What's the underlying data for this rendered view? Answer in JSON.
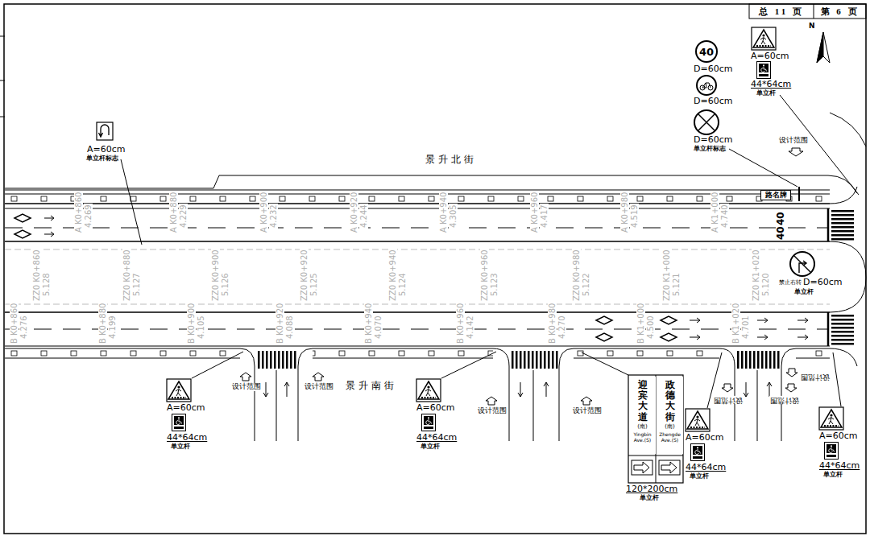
{
  "diagram": {
    "nodes": [
      {
        "text": [
          "总 11 页"
        ]
      },
      {
        "text": [
          "第 6 页"
        ]
      },
      {
        "text": [
          "40"
        ]
      },
      {
        "text": [
          "路名牌"
        ]
      },
      {
        "text": [
          "迎宾大道",
          "(南)",
          "Yingbin Ave.(S)"
        ]
      },
      {
        "text": [
          "政德大街",
          "(南)",
          "Zhengde Ave.(S)"
        ]
      }
    ],
    "labels": [
      "A=60cm",
      "单立杆标志",
      "景升北街",
      "D=60cm",
      "D=60cm",
      "D=60cm",
      "单立杆标志",
      "A=60cm",
      "44*64cm",
      "单立杆",
      "N",
      "设计范围",
      "40",
      "40",
      "禁止右转",
      "D=60cm",
      "单立杆",
      "景升南街",
      "A=60cm",
      "44*64cm",
      "单立杆",
      "A=60cm",
      "44*64cm",
      "单立杆",
      "A=60cm",
      "44*64cm",
      "单立杆",
      "A=60cm",
      "44*64cm",
      "单立杆",
      "120*200cm",
      "单立杆",
      "设计范围",
      "设计范围",
      "设计范围",
      "设计范围",
      "设计范围",
      "设计范围",
      "设计范围",
      "A K0+860",
      "4.269",
      "A K0+880",
      "4.229",
      "A K0+900",
      "4.232",
      "A K0+920",
      "4.244",
      "A K0+940",
      "4.305",
      "A K0+960",
      "4.417",
      "A K0+980",
      "4.519",
      "A K1+000",
      "4.740",
      "ZZ0 K0+860",
      "5.128",
      "ZZ0 K0+880",
      "5.127",
      "ZZ0 K0+900",
      "5.126",
      "ZZ0 K0+920",
      "5.125",
      "ZZ0 K0+940",
      "5.124",
      "ZZ0 K0+960",
      "5.123",
      "ZZ0 K0+980",
      "5.122",
      "ZZ0 K1+000",
      "5.121",
      "ZZ0 K1+020",
      "5.120",
      "B K0+860",
      "4.276",
      "B K0+880",
      "4.199",
      "B K0+900",
      "4.105",
      "B K0+920",
      "4.088",
      "B K0+940",
      "4.070",
      "B K0+960",
      "4.142",
      "B K0+980",
      "4.270",
      "B K1+000",
      "4.500",
      "B K1+020",
      "4.701"
    ]
  }
}
